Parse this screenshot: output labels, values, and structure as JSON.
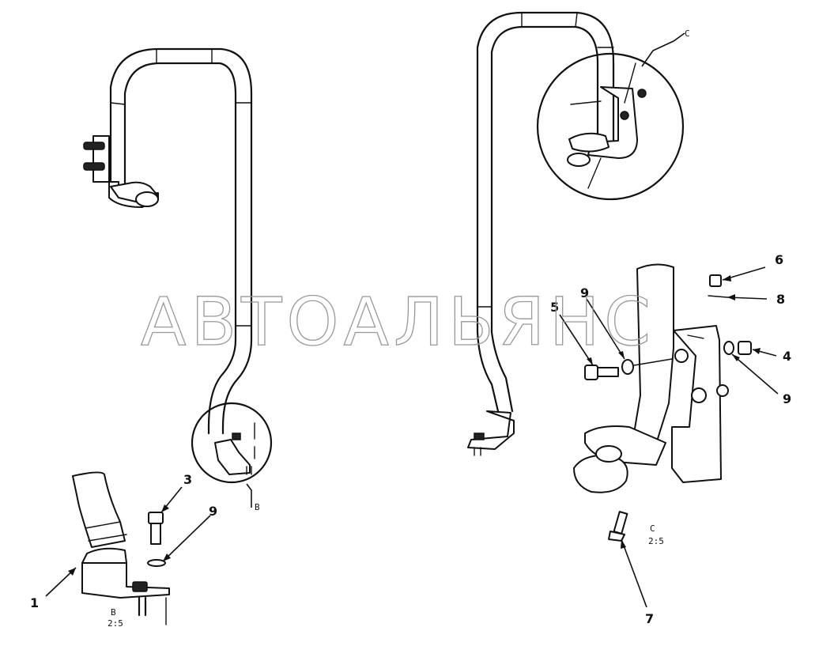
{
  "watermark": "АВТОАЛЬЯНС",
  "callouts": {
    "c1": "1",
    "c3": "3",
    "c9a": "9",
    "c6": "6",
    "c8": "8",
    "c5": "5",
    "c9b": "9",
    "c4": "4",
    "c9c": "9",
    "c7": "7"
  },
  "detail_labels": {
    "b_marker": "B",
    "c_marker": "C",
    "b_view_letter": "B",
    "b_view_scale": "2:5",
    "c_view_letter": "C",
    "c_view_scale": "2:5"
  }
}
